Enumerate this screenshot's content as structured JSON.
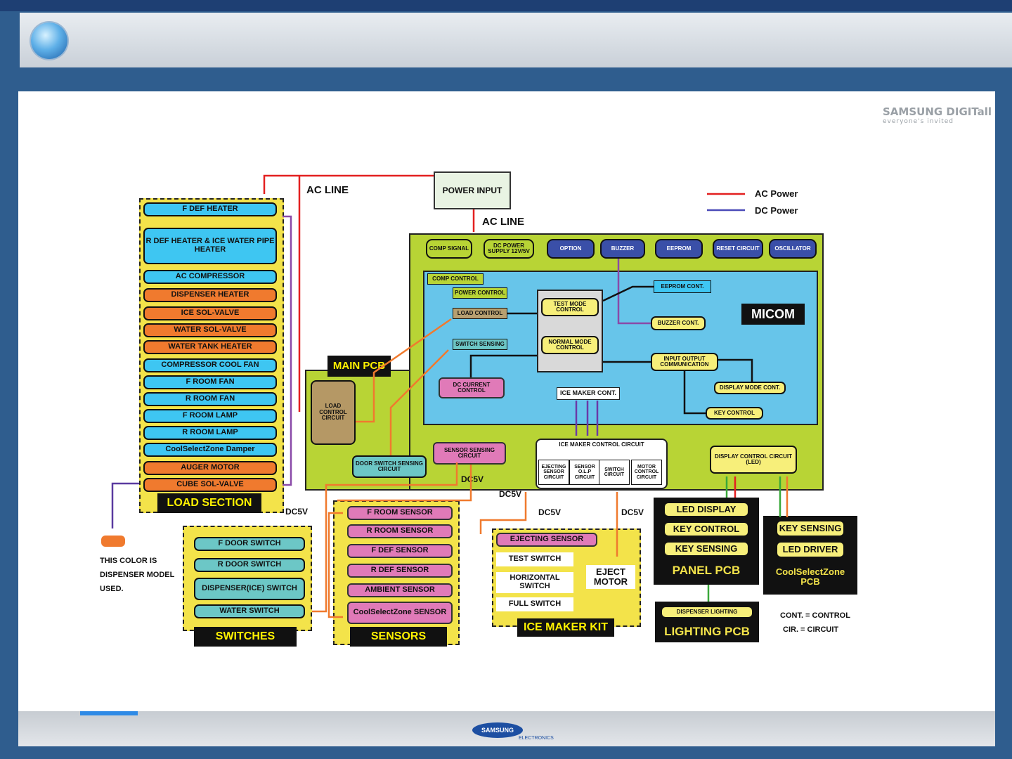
{
  "diagram": {
    "power_input": "POWER INPUT",
    "ac_line_top": "AC LINE",
    "ac_line_main": "AC LINE",
    "legend": {
      "ac": "AC Power",
      "dc": "DC Power",
      "ac_color": "#e32020",
      "dc_color": "#4a4ab8"
    },
    "load_section": {
      "title": "LOAD SECTION",
      "items": [
        "F DEF HEATER",
        "R DEF HEATER & ICE WATER PIPE HEATER",
        "AC COMPRESSOR",
        "DISPENSER HEATER",
        "ICE SOL-VALVE",
        "WATER SOL-VALVE",
        "WATER TANK HEATER",
        "COMPRESSOR COOL FAN",
        "F ROOM FAN",
        "R ROOM FAN",
        "F ROOM LAMP",
        "R ROOM LAMP",
        "CoolSelectZone Damper",
        "AUGER MOTOR",
        "CUBE SOL-VALVE"
      ]
    },
    "dispenser_note": "THIS COLOR IS DISPENSER MODEL USED.",
    "main_pcb": {
      "title": "MAIN PCB",
      "load_control_circuit": "LOAD CONTROL CIRCUIT",
      "door_switch_sensing": "DOOR SWITCH SENSING CIRCUIT",
      "sensor_sensing": "SENSOR SENSING CIRCUIT",
      "dc5v": "DC5V",
      "chips": [
        "COMP SIGNAL",
        "DC POWER SUPPLY 12V/5V",
        "OPTION",
        "BUZZER",
        "EEPROM",
        "RESET CIRCUIT",
        "OSCILLATOR"
      ],
      "micom": "MICOM",
      "comp_control": "COMP CONTROL",
      "power_control": "POWER CONTROL",
      "load_control": "LOAD CONTROL",
      "switch_sensing": "SWITCH SENSING",
      "test_mode": "TEST MODE CONTROL",
      "normal_mode": "NORMAL MODE CONTROL",
      "dc_current": "DC CURRENT CONTROL",
      "eeprom_cont": "EEPROM CONT.",
      "buzzer_cont": "BUZZER CONT.",
      "input_output": "INPUT OUTPUT COMMUNICATION",
      "display_mode": "DISPLAY MODE CONT.",
      "key_control": "KEY CONTROL",
      "ice_maker_cont": "ICE MAKER CONT.",
      "ice_maker_circuit": "ICE MAKER CONTROL CIRCUIT",
      "ice_sub": [
        "EJECTING SENSOR CIRCUIT",
        "SENSOR O.L.P CIRCUIT",
        "SWITCH CIRCUIT",
        "MOTOR CONTROL CIRCUIT"
      ],
      "display_circuit": "DISPLAY CONTROL CIRCUIT (LED)"
    },
    "dc5v_labels": [
      "DC5V",
      "DC5V",
      "DC5V",
      "DC5V"
    ],
    "switches": {
      "title": "SWITCHES",
      "items": [
        "F DOOR SWITCH",
        "R DOOR SWITCH",
        "DISPENSER(ICE) SWITCH",
        "WATER SWITCH"
      ]
    },
    "sensors": {
      "title": "SENSORS",
      "items": [
        "F ROOM SENSOR",
        "R ROOM SENSOR",
        "F DEF SENSOR",
        "R DEF SENSOR",
        "AMBIENT SENSOR",
        "CoolSelectZone SENSOR"
      ]
    },
    "ice_maker_kit": {
      "title": "ICE MAKER KIT",
      "items": [
        "EJECTING SENSOR",
        "TEST SWITCH",
        "HORIZONTAL SWITCH",
        "FULL SWITCH"
      ],
      "motor": "EJECT MOTOR"
    },
    "panel_pcb": {
      "title": "PANEL PCB",
      "items": [
        "LED DISPLAY",
        "KEY CONTROL",
        "KEY SENSING"
      ]
    },
    "csz_pcb": {
      "title": "CoolSelectZone PCB",
      "items": [
        "KEY SENSING",
        "LED DRIVER"
      ]
    },
    "lighting_pcb": {
      "title": "LIGHTING PCB",
      "item": "DISPENSER LIGHTING"
    },
    "abbrev": {
      "line1": "CONT. = CONTROL",
      "line2": "CIR. = CIRCUIT"
    }
  },
  "branding": {
    "top_logo": "SAMSUNG DIGITall",
    "top_logo_sub": "everyone's invited",
    "footer_logo": "SAMSUNG",
    "footer_sub": "ELECTRONICS"
  }
}
